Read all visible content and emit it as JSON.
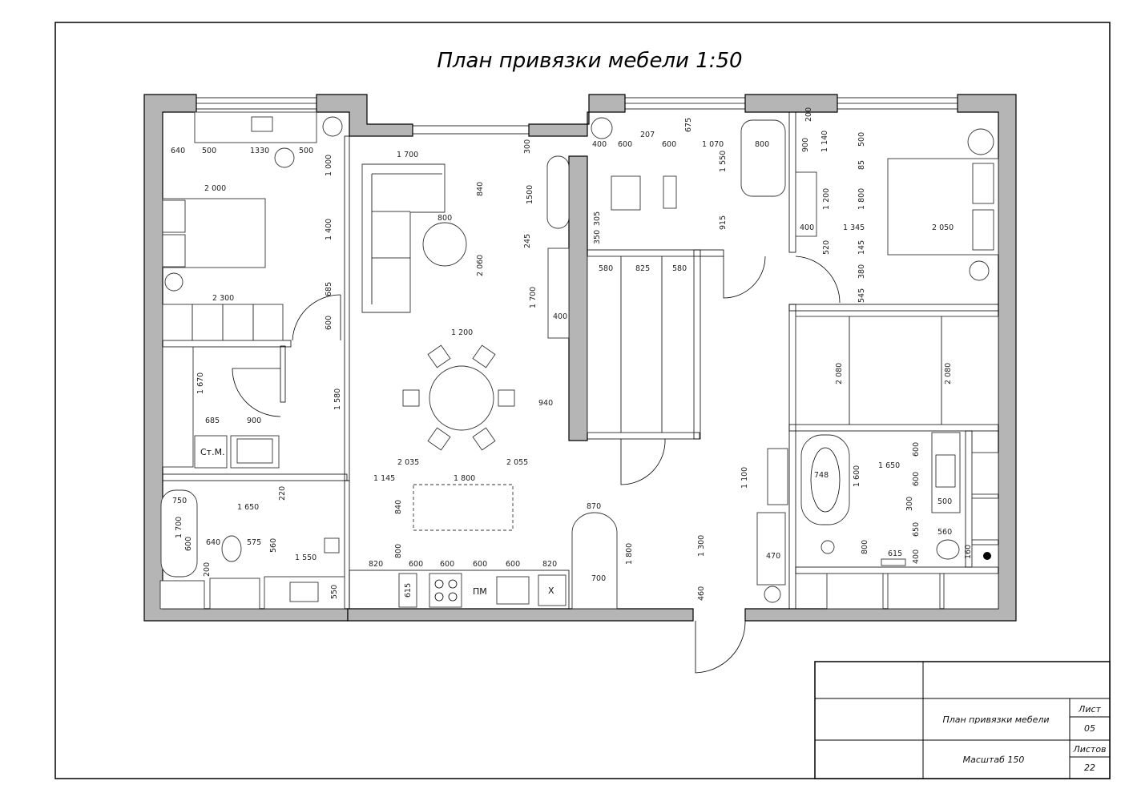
{
  "sheet": {
    "title": "План привязки мебели 1:50"
  },
  "title_block": {
    "drawing_name": "План привязки мебели",
    "scale_label": "Масштаб 150",
    "sheet_label": "Лист",
    "sheet_number": "05",
    "sheets_label": "Листов",
    "sheets_total": "22"
  },
  "labels": {
    "washer": "Ст.М.",
    "dishwasher": "ПМ",
    "fridge": "Х"
  },
  "dimensions": {
    "bedroom1": [
      "640",
      "500",
      "1330",
      "500",
      "2 000",
      "1 000",
      "1 400",
      "2 300",
      "685",
      "600"
    ],
    "living": [
      "1 700",
      "840",
      "800",
      "2 060",
      "300",
      "1500",
      "245",
      "1 700",
      "400",
      "1 200",
      "940",
      "2 035",
      "2 055",
      "1 145",
      "1 800",
      "840"
    ],
    "kitchen": [
      "820",
      "800",
      "600",
      "600",
      "600",
      "600",
      "820",
      "615",
      "870",
      "700",
      "1 800"
    ],
    "bath1": [
      "1 670",
      "685",
      "900",
      "1 580",
      "750",
      "1 650",
      "220",
      "1 700",
      "600",
      "640",
      "575",
      "560",
      "1 550",
      "200",
      "550"
    ],
    "study": [
      "400",
      "600",
      "207",
      "600",
      "675",
      "1 070",
      "800",
      "1 550",
      "915",
      "305",
      "350"
    ],
    "corridor": [
      "580",
      "825",
      "580",
      "1 100",
      "1 300",
      "460"
    ],
    "bedroom2": [
      "200",
      "900",
      "1 140",
      "500",
      "85",
      "1 200",
      "1 800",
      "400",
      "1 345",
      "2 050",
      "520",
      "145",
      "380",
      "545",
      "2 080",
      "2 080"
    ],
    "bath2": [
      "748",
      "1 600",
      "1 650",
      "600",
      "600",
      "300",
      "500",
      "650",
      "560",
      "800",
      "615",
      "400",
      "160",
      "470"
    ]
  },
  "colors": {
    "wall_fill": "#b5b5b5",
    "line": "#000000",
    "paper": "#ffffff"
  }
}
